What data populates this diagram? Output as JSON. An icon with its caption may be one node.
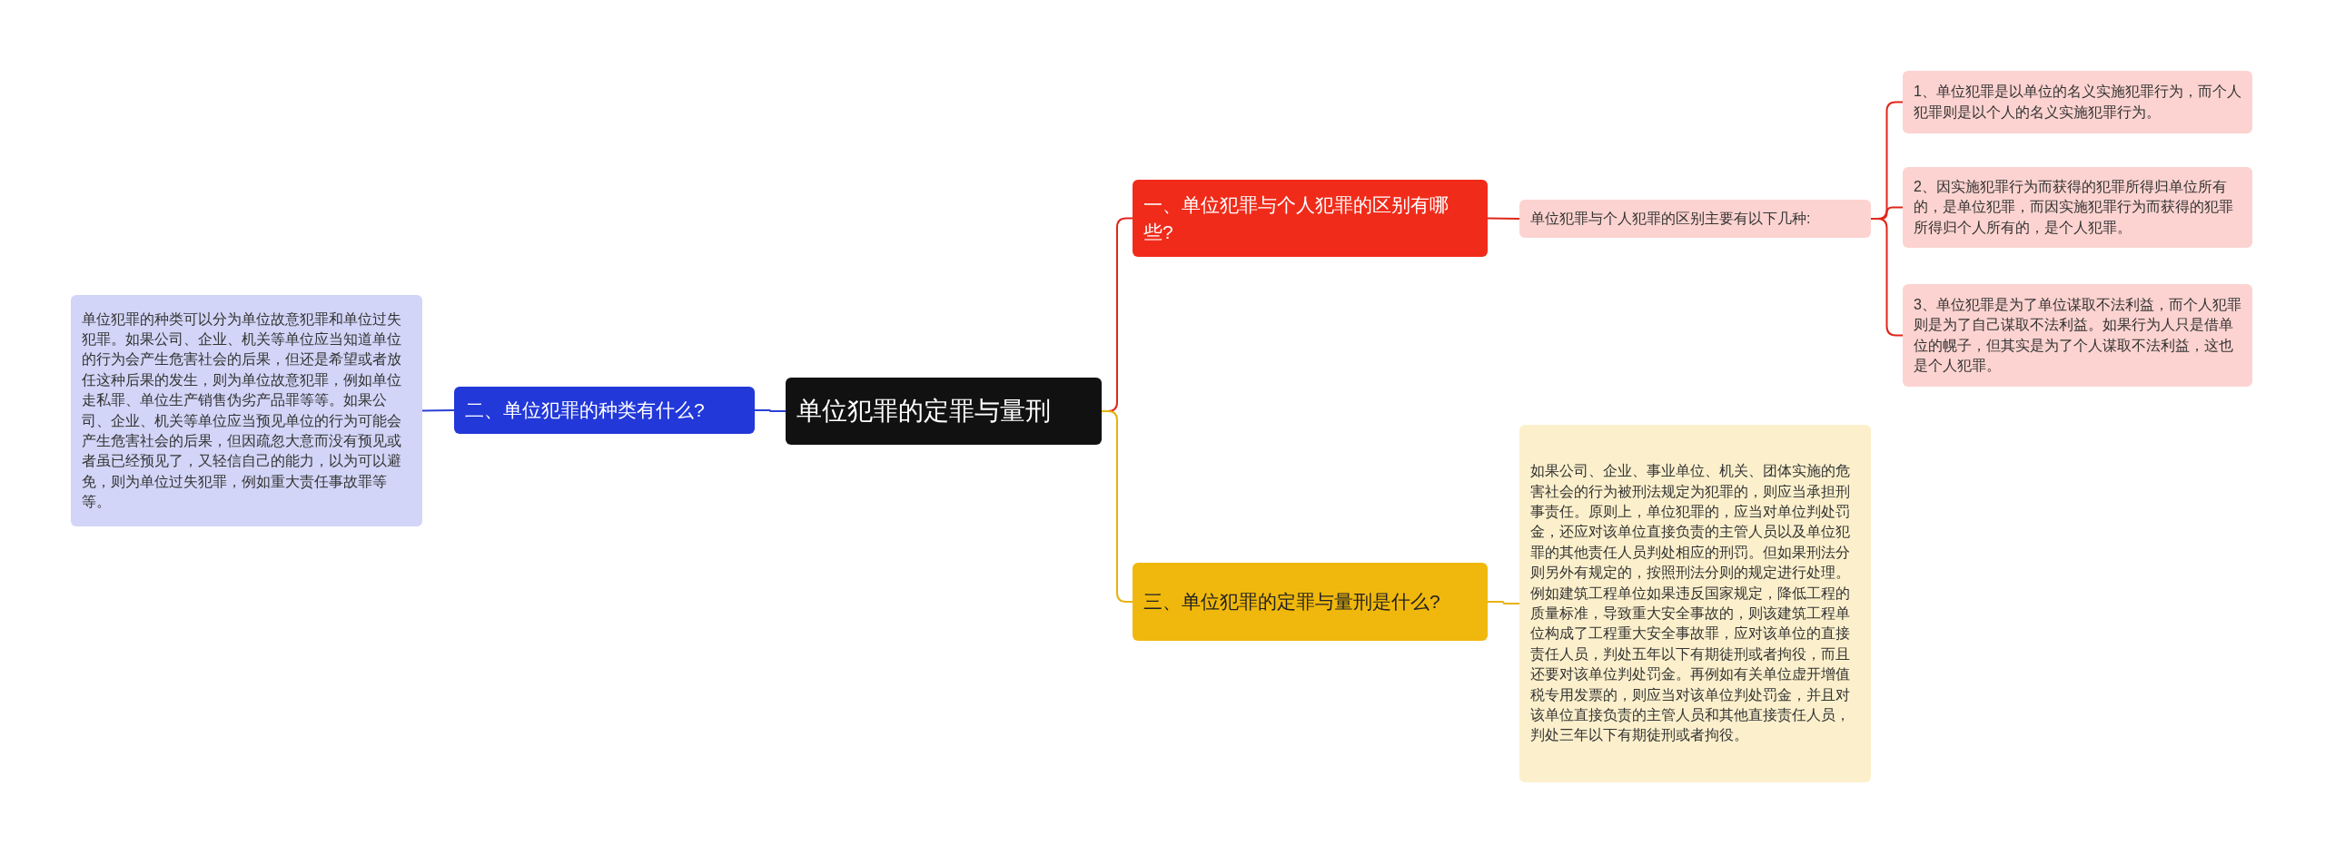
{
  "diagram": {
    "nodes": [
      {
        "text": [
          "单位犯罪的定罪与量刑"
        ]
      },
      {
        "text": [
          "一、单位犯罪与个人犯罪的区别有哪些?"
        ]
      },
      {
        "text": [
          "单位犯罪与个人犯罪的区别主要有以下几种:"
        ]
      },
      {
        "text": [
          "1、单位犯罪是以单位的名义实施犯罪行为，而个人犯罪则是以个人的名义实施犯罪行为。"
        ]
      },
      {
        "text": [
          "2、因实施犯罪行为而获得的犯罪所得归单位所有的，是单位犯罪，而因实施犯罪行为而获得的犯罪所得归个人所有的，是个人犯罪。"
        ]
      },
      {
        "text": [
          "3、单位犯罪是为了单位谋取不法利益，而个人犯罪则是为了自己谋取不法利益。如果行为人只是借单位的幌子，但其实是为了个人谋取不法利益，这也是个人犯罪。"
        ]
      },
      {
        "text": [
          "二、单位犯罪的种类有什么?"
        ]
      },
      {
        "text": [
          "单位犯罪的种类可以分为单位故意犯罪和单位过失犯罪。如果公司、企业、机关等单位应当知道单位的行为会产生危害社会的后果，但还是希望或者放任这种后果的发生，则为单位故意犯罪，例如单位走私罪、单位生产销售伪劣产品罪等等。如果公司、企业、机关等单位应当预见单位的行为可能会产生危害社会的后果，但因疏忽大意而没有预见或者虽已经预见了，又轻信自己的能力，以为可以避免，则为单位过失犯罪，例如重大责任事故罪等等。"
        ]
      },
      {
        "text": [
          "三、单位犯罪的定罪与量刑是什么?"
        ]
      },
      {
        "text": [
          "如果公司、企业、事业单位、机关、团体实施的危害社会的行为被刑法规定为犯罪的，则应当承担刑事责任。原则上，单位犯罪的，应当对单位判处罚金，还应对该单位直接负责的主管人员以及单位犯罪的其他责任人员判处相应的刑罚。但如果刑法分则另外有规定的，按照刑法分则的规定进行处理。例如建筑工程单位如果违反国家规定，降低工程的质量标准，导致重大安全事故的，则该建筑工程单位构成了工程重大安全事故罪，应对该单位的直接责任人员，判处五年以下有期徒刑或者拘役，而且还要对该单位判处罚金。再例如有关单位虚开增值税专用发票的，则应当对该单位判处罚金，并且对该单位直接负责的主管人员和其他直接责任人员，判处三年以下有期徒刑或者拘役。"
        ]
      }
    ],
    "edges": [
      {
        "from": 0,
        "to": 1,
        "arrow": "none"
      },
      {
        "from": 1,
        "to": 2,
        "arrow": "none"
      },
      {
        "from": 2,
        "to": 3,
        "arrow": "none"
      },
      {
        "from": 2,
        "to": 4,
        "arrow": "none"
      },
      {
        "from": 2,
        "to": 5,
        "arrow": "none"
      },
      {
        "from": 0,
        "to": 6,
        "arrow": "none",
        "color": "#2b3fd6"
      },
      {
        "from": 6,
        "to": 7,
        "arrow": "none",
        "color": "#2b3fd6"
      },
      {
        "from": 0,
        "to": 8,
        "arrow": "none",
        "color": "#e8b20e"
      },
      {
        "from": 8,
        "to": 9,
        "arrow": "none",
        "color": "#e8b20e"
      }
    ]
  }
}
